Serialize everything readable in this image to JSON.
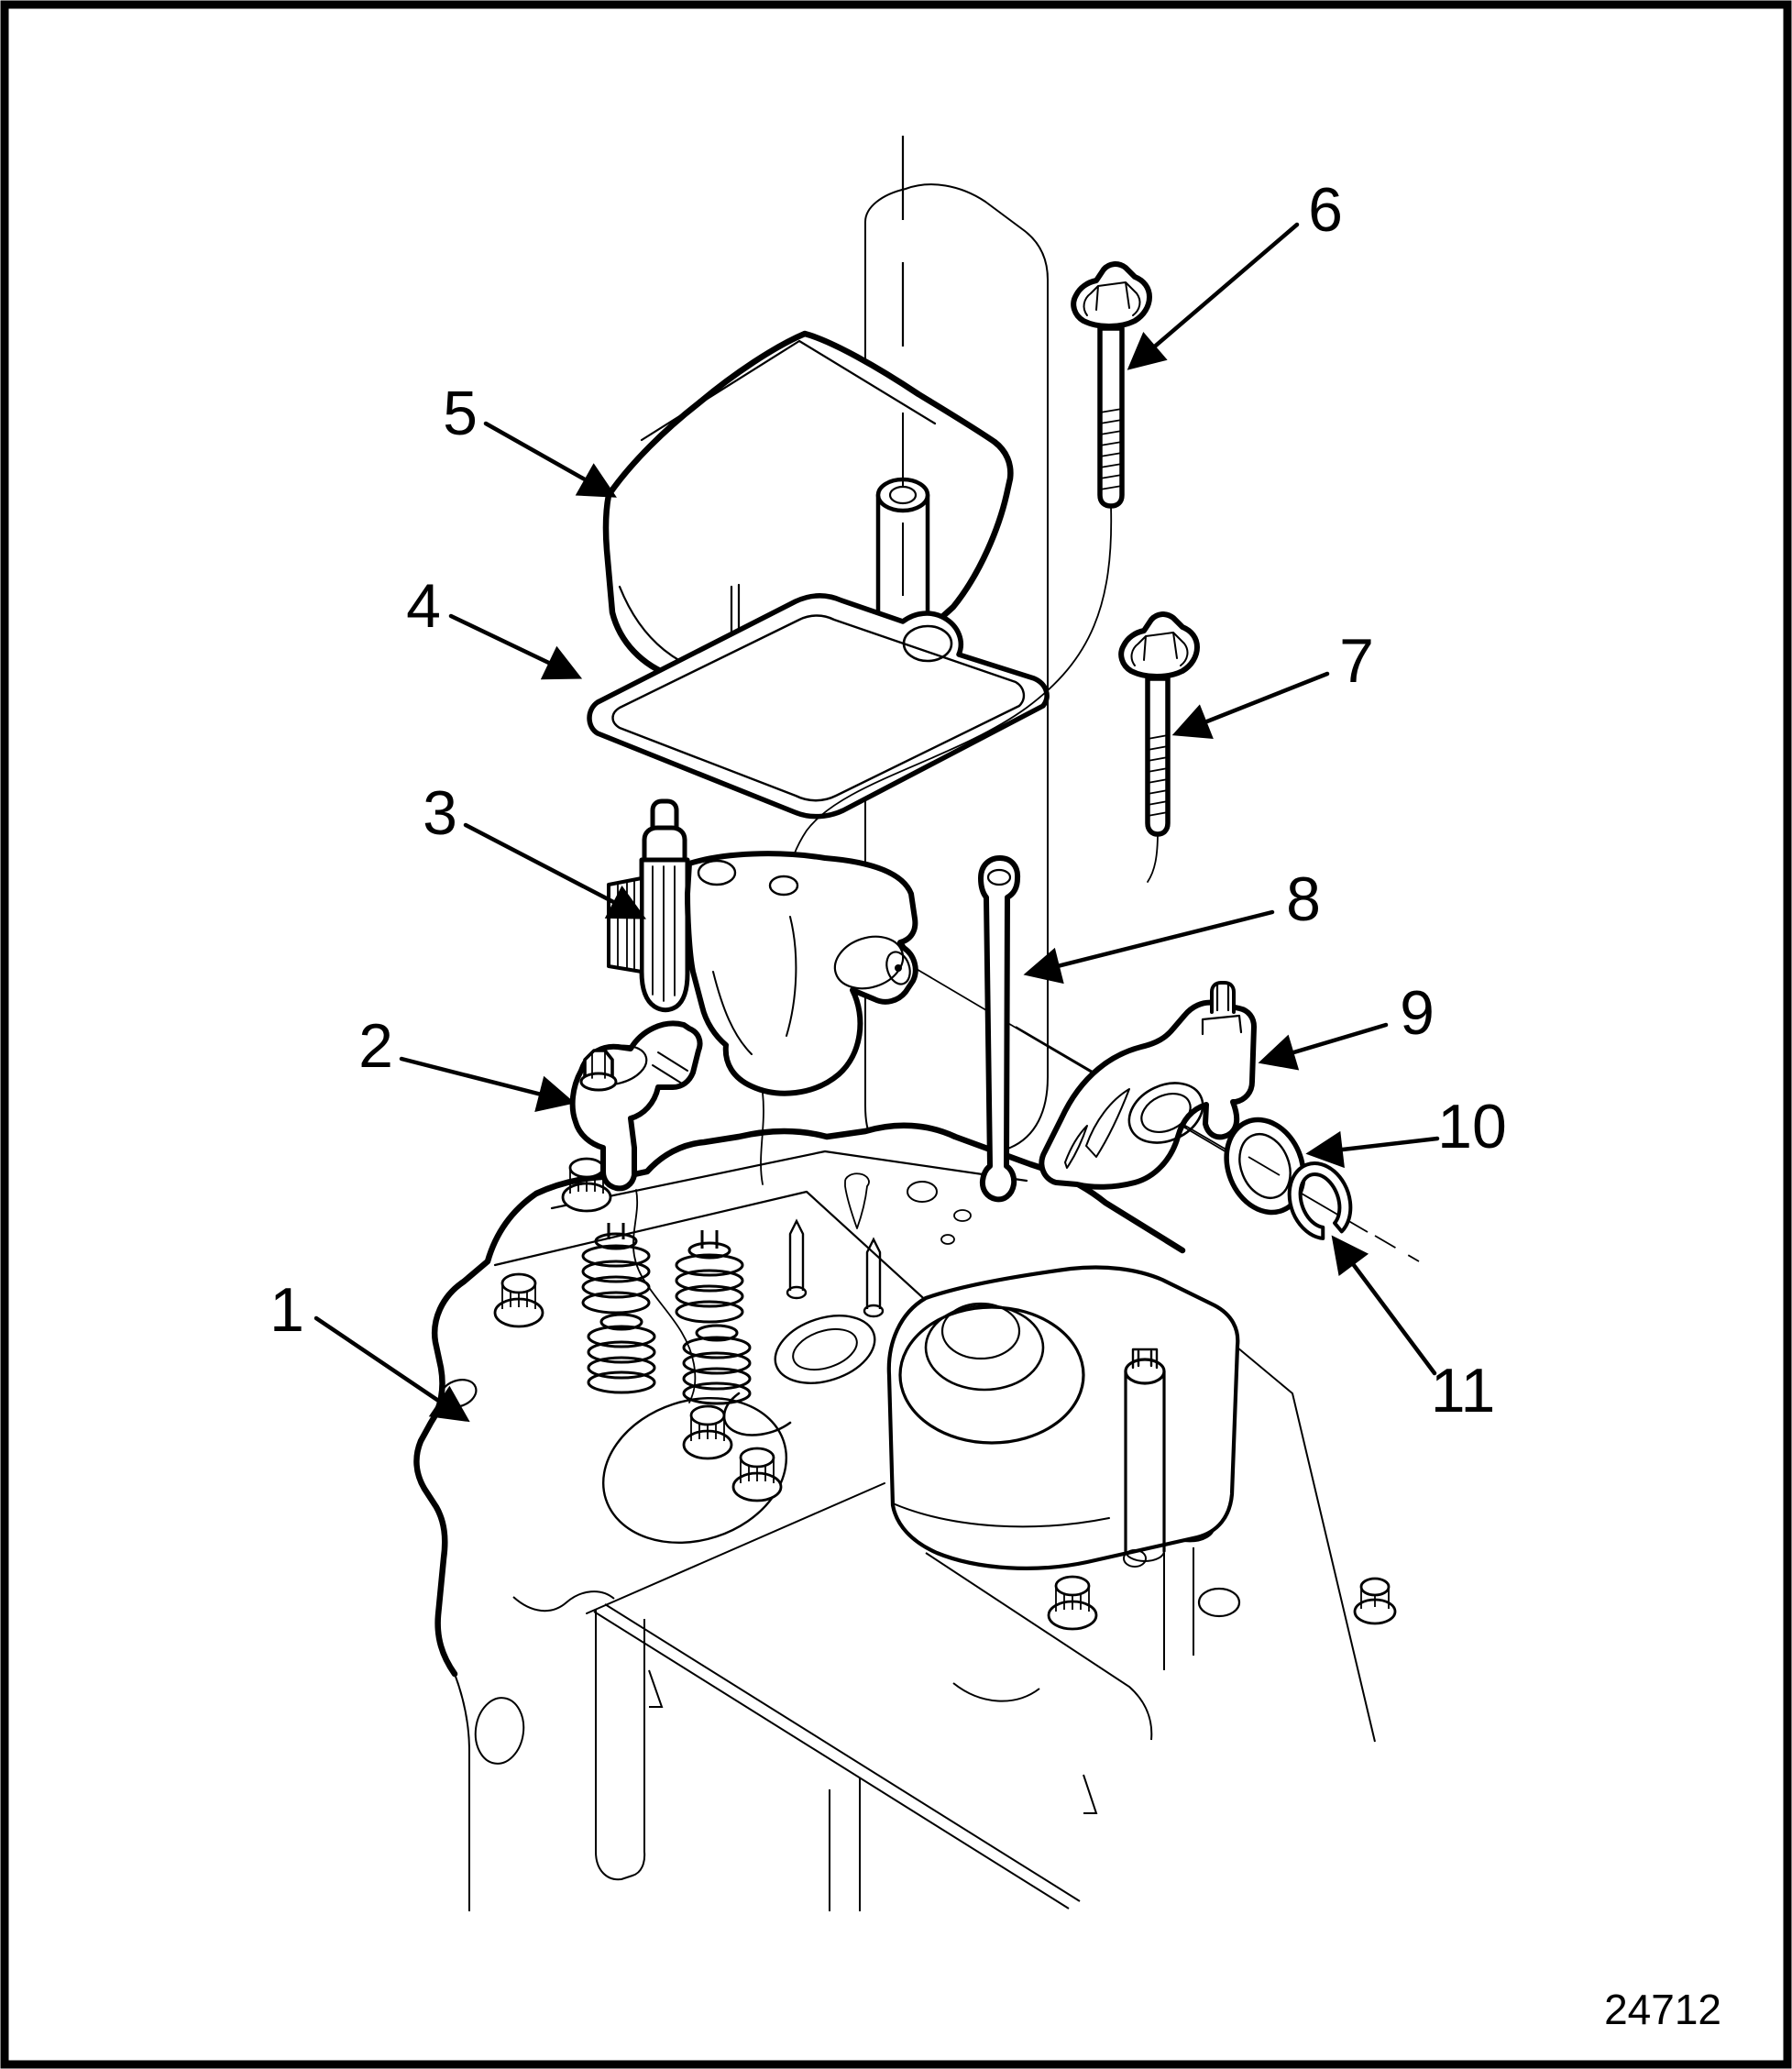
{
  "figure": {
    "drawing_number": "24712"
  },
  "callouts": [
    {
      "label": "1"
    },
    {
      "label": "2"
    },
    {
      "label": "3"
    },
    {
      "label": "4"
    },
    {
      "label": "5"
    },
    {
      "label": "6"
    },
    {
      "label": "7"
    },
    {
      "label": "8"
    },
    {
      "label": "9"
    },
    {
      "label": "10"
    },
    {
      "label": "11"
    }
  ],
  "colors": {
    "line": "#000000",
    "background": "#ffffff"
  }
}
